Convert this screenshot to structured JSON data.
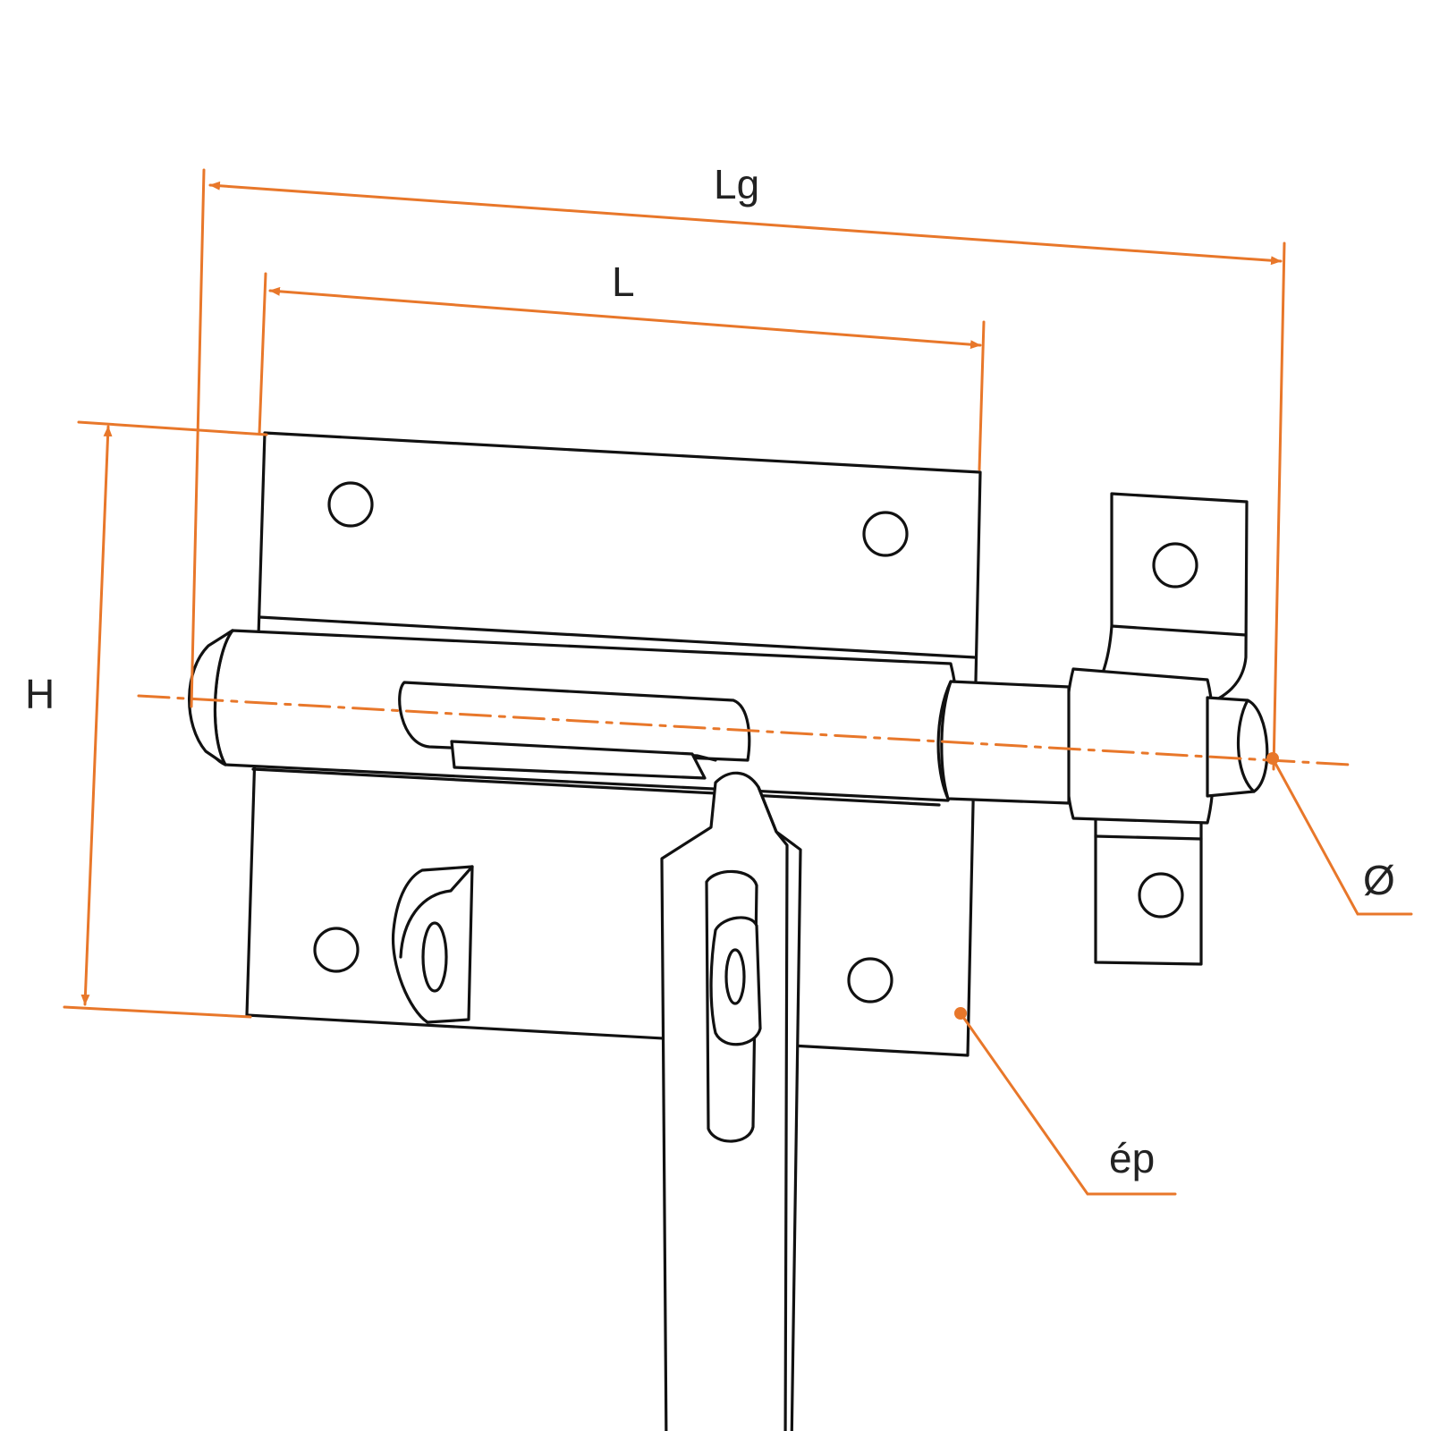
{
  "colors": {
    "dimension": "#e8772a",
    "outline": "#111111",
    "background": "#ffffff"
  },
  "labels": {
    "overall_length": "Lg",
    "plate_length": "L",
    "height": "H",
    "diameter": "Ø",
    "thickness": "ép"
  }
}
